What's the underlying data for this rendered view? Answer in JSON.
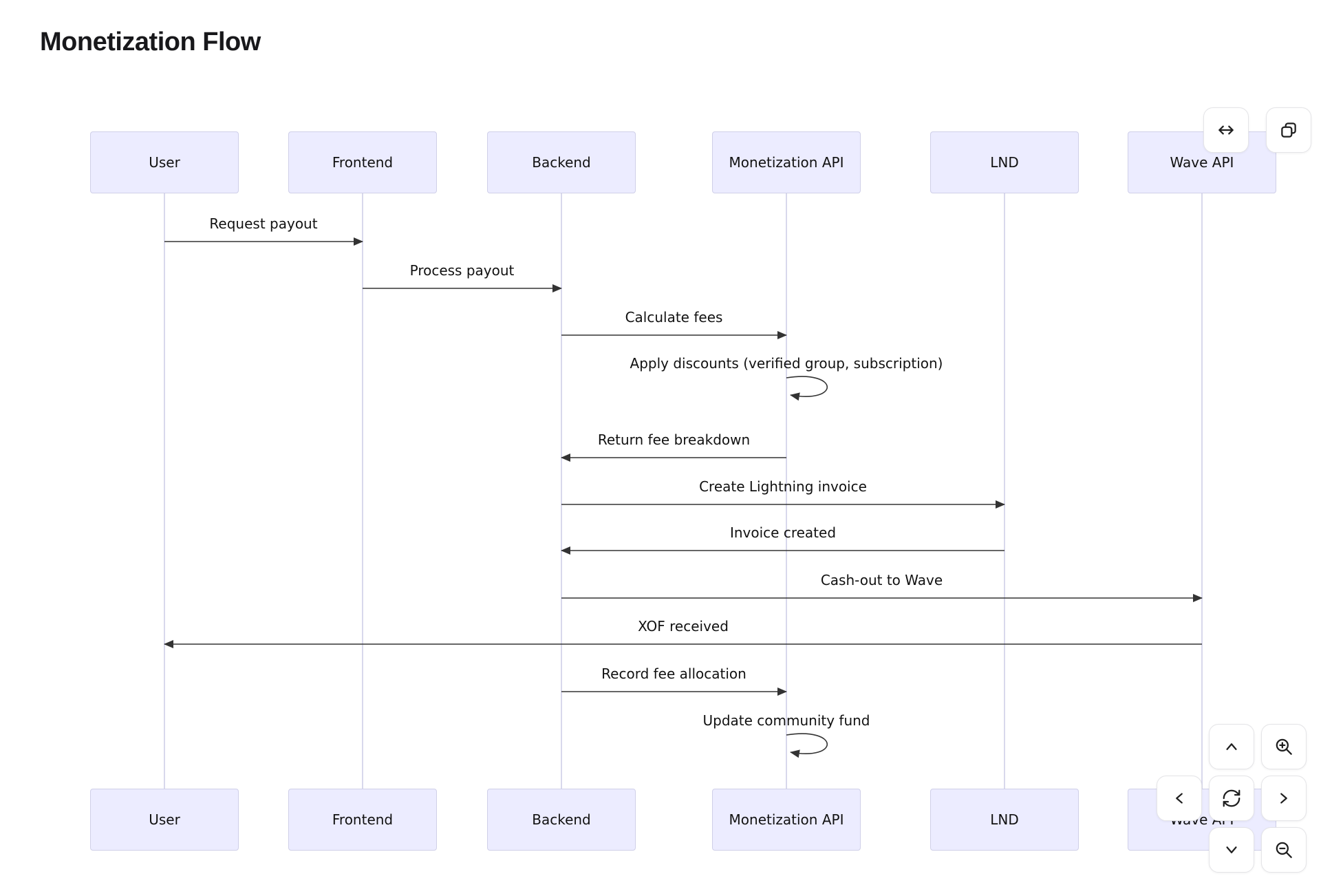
{
  "page": {
    "title": "Monetization Flow",
    "background": "#ffffff"
  },
  "diagram": {
    "actors": [
      {
        "name": "User"
      },
      {
        "name": "Frontend"
      },
      {
        "name": "Backend"
      },
      {
        "name": "Monetization API"
      },
      {
        "name": "LND"
      },
      {
        "name": "Wave API"
      }
    ],
    "messages": [
      {
        "text": "Request payout",
        "from": 0,
        "to": 1,
        "kind": "solid"
      },
      {
        "text": "Process payout",
        "from": 1,
        "to": 2,
        "kind": "solid"
      },
      {
        "text": "Calculate fees",
        "from": 2,
        "to": 3,
        "kind": "solid"
      },
      {
        "text": "Apply discounts (verified group, subscription)",
        "from": 3,
        "to": 3,
        "kind": "self"
      },
      {
        "text": "Return fee breakdown",
        "from": 3,
        "to": 2,
        "kind": "solid"
      },
      {
        "text": "Create Lightning invoice",
        "from": 2,
        "to": 4,
        "kind": "solid"
      },
      {
        "text": "Invoice created",
        "from": 4,
        "to": 2,
        "kind": "solid"
      },
      {
        "text": "Cash-out to Wave",
        "from": 2,
        "to": 5,
        "kind": "solid"
      },
      {
        "text": "XOF received",
        "from": 5,
        "to": 0,
        "kind": "solid"
      },
      {
        "text": "Record fee allocation",
        "from": 2,
        "to": 3,
        "kind": "solid"
      },
      {
        "text": "Update community fund",
        "from": 3,
        "to": 3,
        "kind": "self"
      }
    ],
    "colors": {
      "actor_fill": "#ECECFF",
      "actor_border": "#CFCFE8",
      "lifeline": "#CBCBE6",
      "arrow": "#333333",
      "text": "#111111"
    }
  },
  "controls": {
    "top_right": [
      {
        "icon": "expand-horizontal-icon"
      },
      {
        "icon": "copy-icon"
      }
    ],
    "bottom_right": [
      {
        "icon": "chevron-up-icon"
      },
      {
        "icon": "zoom-in-icon"
      },
      {
        "icon": "chevron-left-icon"
      },
      {
        "icon": "refresh-icon"
      },
      {
        "icon": "chevron-right-icon"
      },
      {
        "icon": "chevron-down-icon"
      },
      {
        "icon": "zoom-out-icon"
      }
    ]
  }
}
